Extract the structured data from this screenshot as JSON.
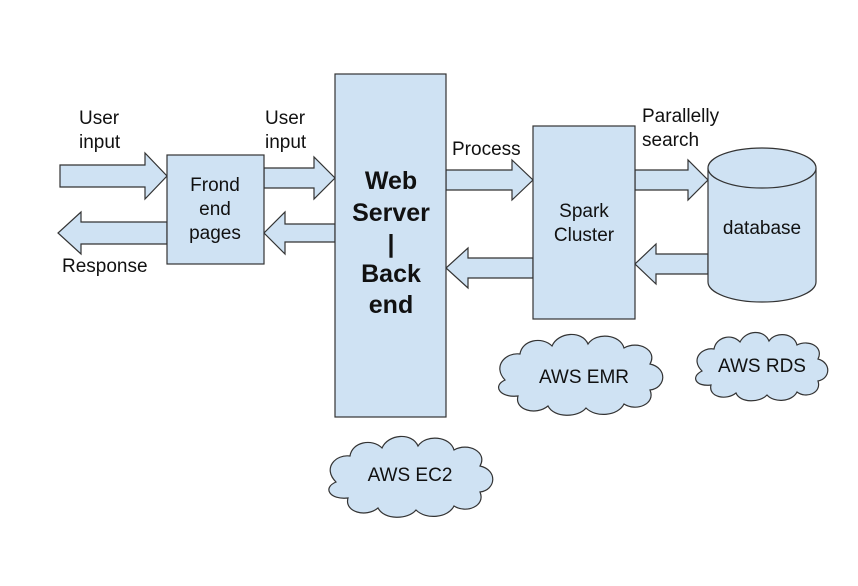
{
  "colors": {
    "fill": "#cfe2f3",
    "stroke": "#333333",
    "text": "#111111",
    "background": "#ffffff"
  },
  "labels": {
    "user_input_left": [
      "User",
      "input"
    ],
    "response": "Response",
    "user_input_right": [
      "User",
      "input"
    ],
    "process": "Process",
    "parallelly_search": [
      "Parallelly",
      "search"
    ]
  },
  "nodes": {
    "frontend": [
      "Frond",
      "end",
      "pages"
    ],
    "web_server": [
      "Web",
      "Server",
      "|",
      "Back",
      "end"
    ],
    "spark": [
      "Spark",
      "Cluster"
    ],
    "database": "database"
  },
  "clouds": {
    "ec2": "AWS EC2",
    "emr": "AWS EMR",
    "rds": "AWS RDS"
  },
  "arrows": [
    {
      "from": "user",
      "to": "frontend",
      "direction": "right"
    },
    {
      "from": "frontend",
      "to": "user",
      "direction": "left"
    },
    {
      "from": "frontend",
      "to": "web_server",
      "direction": "right"
    },
    {
      "from": "web_server",
      "to": "frontend",
      "direction": "left"
    },
    {
      "from": "web_server",
      "to": "spark",
      "direction": "right"
    },
    {
      "from": "spark",
      "to": "web_server",
      "direction": "left"
    },
    {
      "from": "spark",
      "to": "database",
      "direction": "right"
    },
    {
      "from": "database",
      "to": "spark",
      "direction": "left"
    }
  ]
}
